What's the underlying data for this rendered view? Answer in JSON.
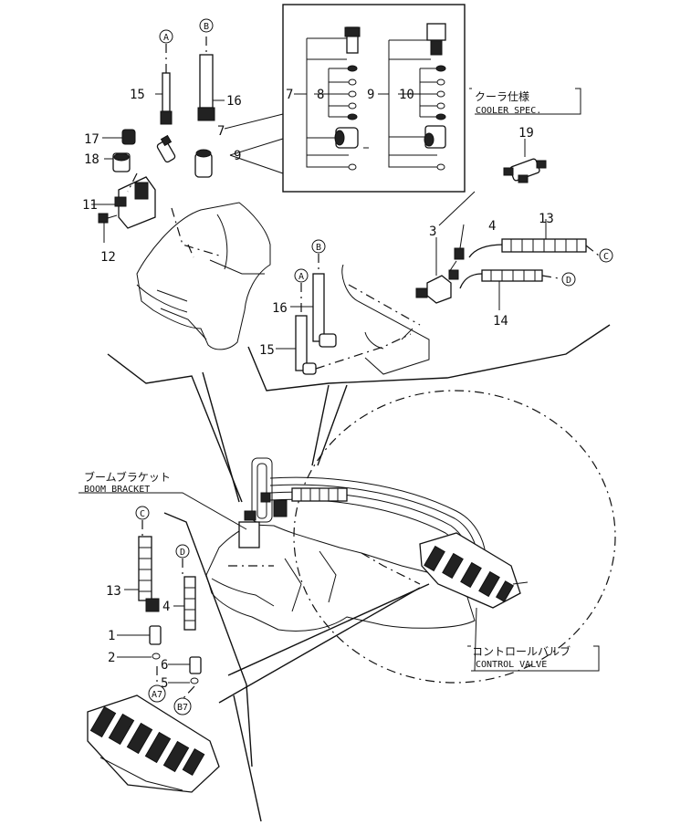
{
  "labels": {
    "p1": "1",
    "p2": "2",
    "p3": "3",
    "p4": "4",
    "p4b": "4",
    "p5": "5",
    "p6": "6",
    "p7a": "7",
    "p7b": "7",
    "p8": "8",
    "p9a": "9",
    "p9b": "9",
    "p10": "10",
    "p11": "11",
    "p12": "12",
    "p13": "13",
    "p13b": "13",
    "p14": "14",
    "p15": "15",
    "p15b": "15",
    "p16": "16",
    "p16b": "16",
    "p17": "17",
    "p18": "18",
    "p19": "19"
  },
  "circles": {
    "a1": "A",
    "b1": "B",
    "a2": "A",
    "b2": "B",
    "c1": "C",
    "d1": "D",
    "c2": "C",
    "d2": "D",
    "a7": "A7",
    "b7": "B7"
  },
  "notes": {
    "cooler_jp": "クーラ仕様",
    "cooler_en": "COOLER SPEC.",
    "boom_jp": "ブームブラケット",
    "boom_en": "BOOM BRACKET",
    "cv_jp": "コントロールバルブ",
    "cv_en": "CONTROL VALVE"
  }
}
